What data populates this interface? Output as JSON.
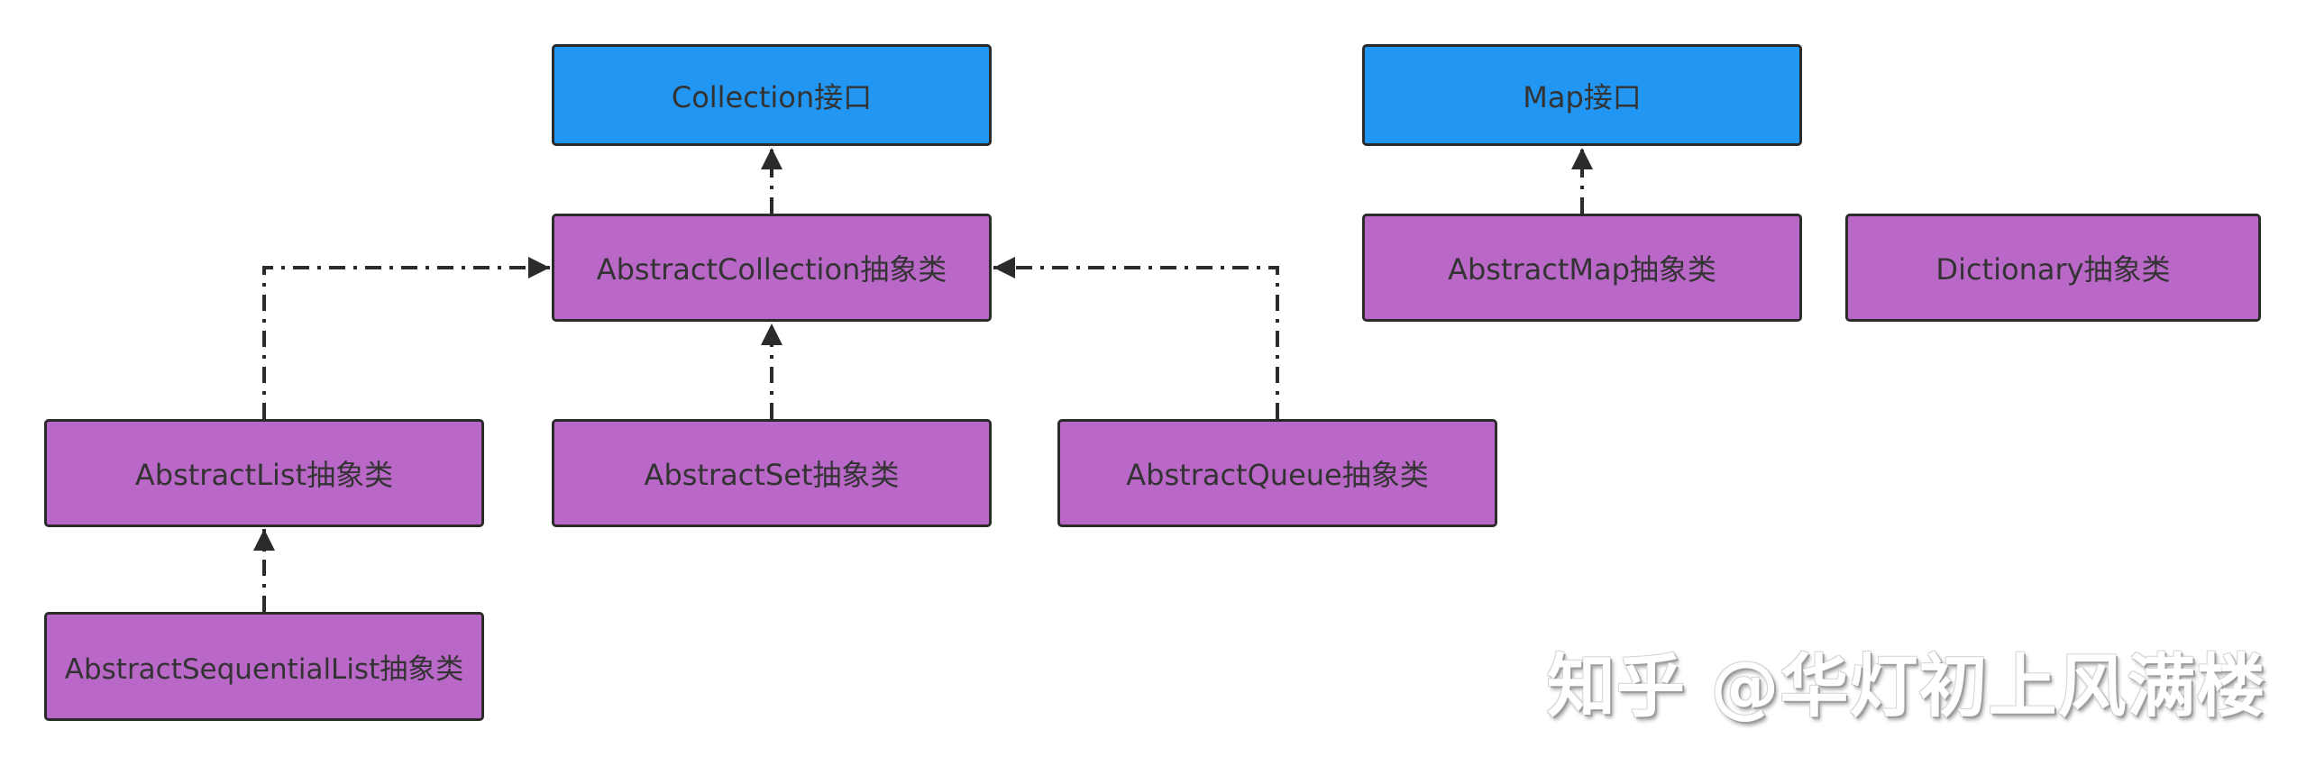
{
  "diagram": {
    "nodes": {
      "collection": "Collection接口",
      "map": "Map接口",
      "abstract_collection": "AbstractCollection抽象类",
      "abstract_map": "AbstractMap抽象类",
      "dictionary": "Dictionary抽象类",
      "abstract_list": "AbstractList抽象类",
      "abstract_set": "AbstractSet抽象类",
      "abstract_queue": "AbstractQueue抽象类",
      "abstract_sequential_list": "AbstractSequentialList抽象类"
    },
    "edges": [
      {
        "from": "abstract_collection",
        "to": "collection",
        "style": "dash-dot",
        "arrow": "filled"
      },
      {
        "from": "abstract_map",
        "to": "map",
        "style": "dash-dot",
        "arrow": "filled"
      },
      {
        "from": "abstract_list",
        "to": "abstract_collection",
        "style": "dash-dot",
        "arrow": "filled"
      },
      {
        "from": "abstract_set",
        "to": "abstract_collection",
        "style": "dash-dot",
        "arrow": "filled"
      },
      {
        "from": "abstract_queue",
        "to": "abstract_collection",
        "style": "dash-dot",
        "arrow": "filled"
      },
      {
        "from": "abstract_sequential_list",
        "to": "abstract_list",
        "style": "dash-dot",
        "arrow": "filled"
      }
    ],
    "colors": {
      "interface_fill": "#2196f3",
      "abstract_fill": "#ba68c8",
      "border": "#2b2b2b",
      "edge": "#2b2b2b"
    }
  },
  "watermark": "知乎 @华灯初上风满楼"
}
